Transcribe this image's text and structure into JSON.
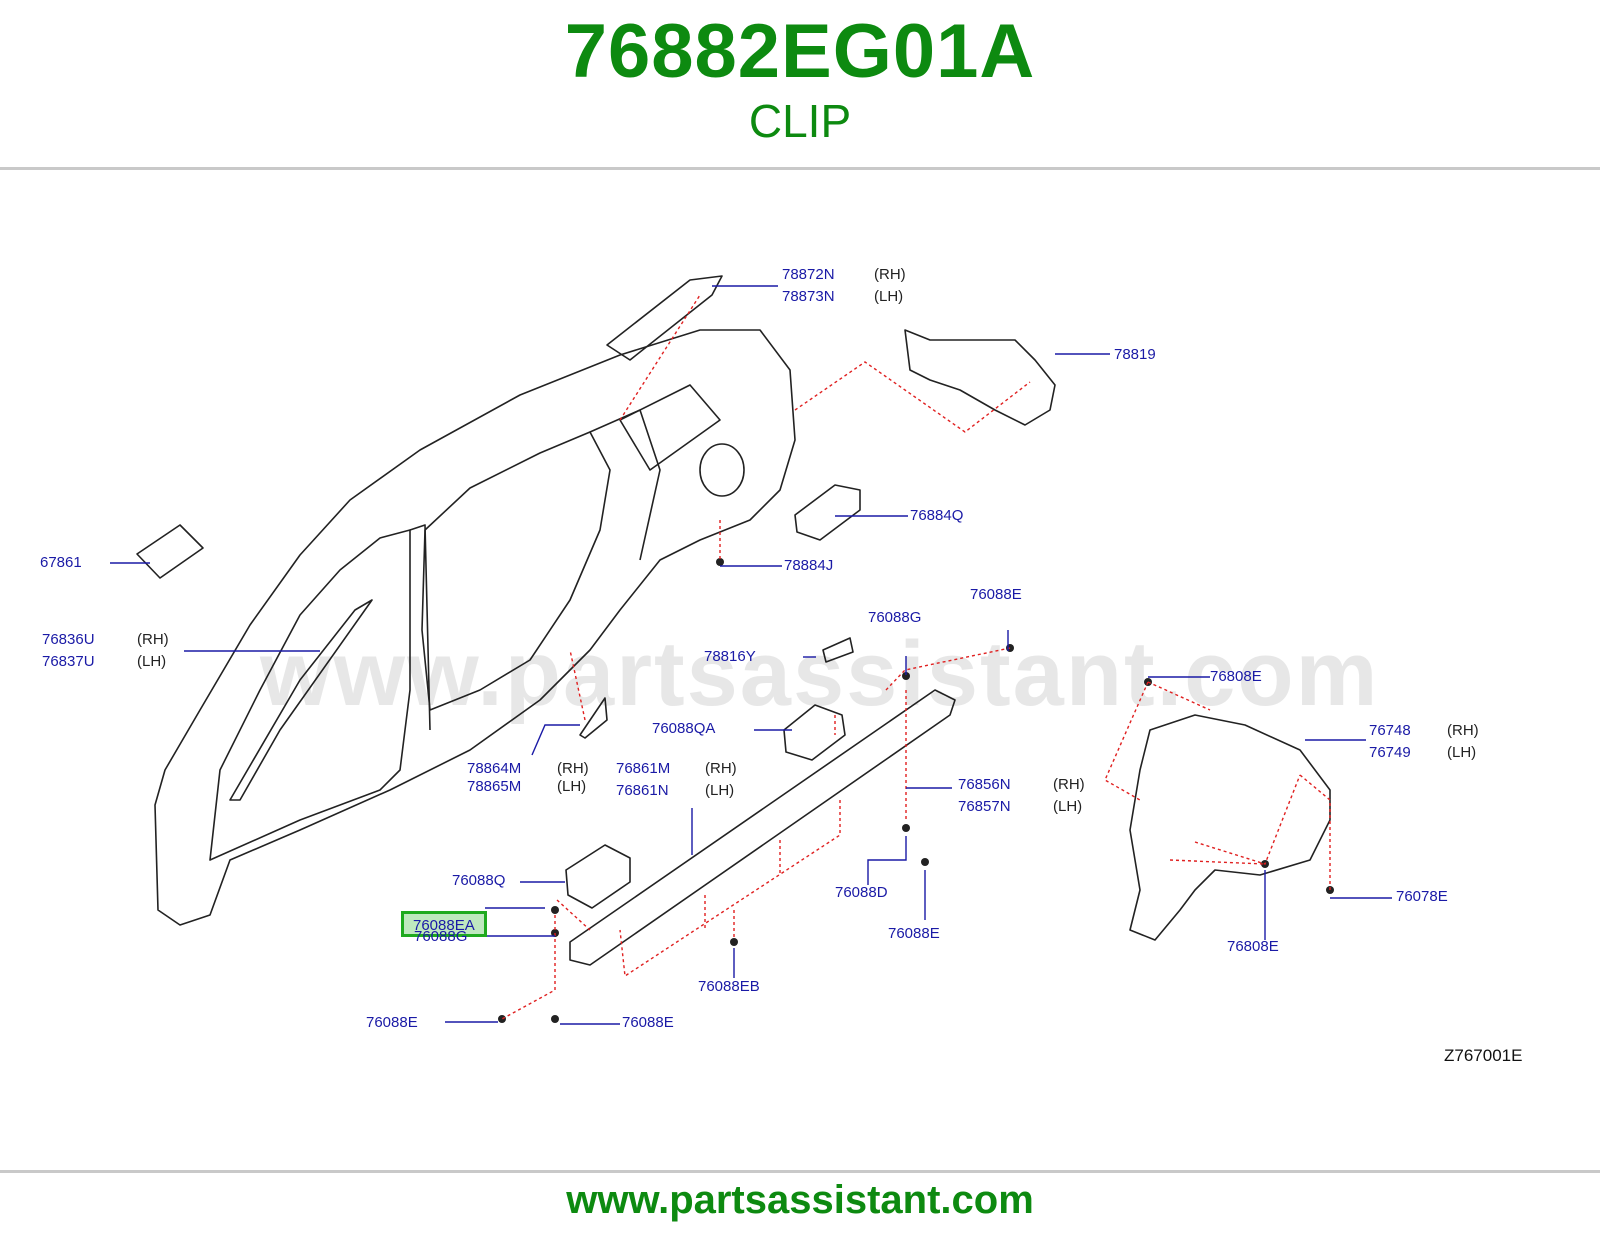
{
  "header": {
    "part_number": "76882EG01A",
    "part_name": "CLIP"
  },
  "footer": {
    "url": "www.partsassistant.com"
  },
  "watermark": "www.partsassistant.com",
  "drawing_code": "Z767001E",
  "colors": {
    "title_green": "#0d8a10",
    "callout_blue": "#1a1aa6",
    "leader_red": "#e02020",
    "highlight_green": "#1faa1f"
  },
  "side_labels": {
    "rh": "(RH)",
    "lh": "(LH)"
  },
  "callouts": {
    "c78872N": "78872N",
    "c78873N": "78873N",
    "c78819": "78819",
    "c76884Q": "76884Q",
    "c78884J": "78884J",
    "c67861": "67861",
    "c76836U": "76836U",
    "c76837U": "76837U",
    "c76088E_a": "76088E",
    "c76088G_a": "76088G",
    "c78816Y": "78816Y",
    "c76808E_a": "76808E",
    "c76088QA": "76088QA",
    "c78864M": "78864M",
    "c78865M": "78865M",
    "c76861M": "76861M",
    "c76861N": "76861N",
    "c76856N": "76856N",
    "c76857N": "76857N",
    "c76748": "76748",
    "c76749": "76749",
    "c76088Q": "76088Q",
    "c76088EA": "76088EA",
    "c76088G_b": "76088G",
    "c76088D": "76088D",
    "c76088E_b": "76088E",
    "c76078E": "76078E",
    "c76808E_b": "76808E",
    "c76088EB": "76088EB",
    "c76088E_c": "76088E",
    "c76088E_d": "76088E"
  }
}
